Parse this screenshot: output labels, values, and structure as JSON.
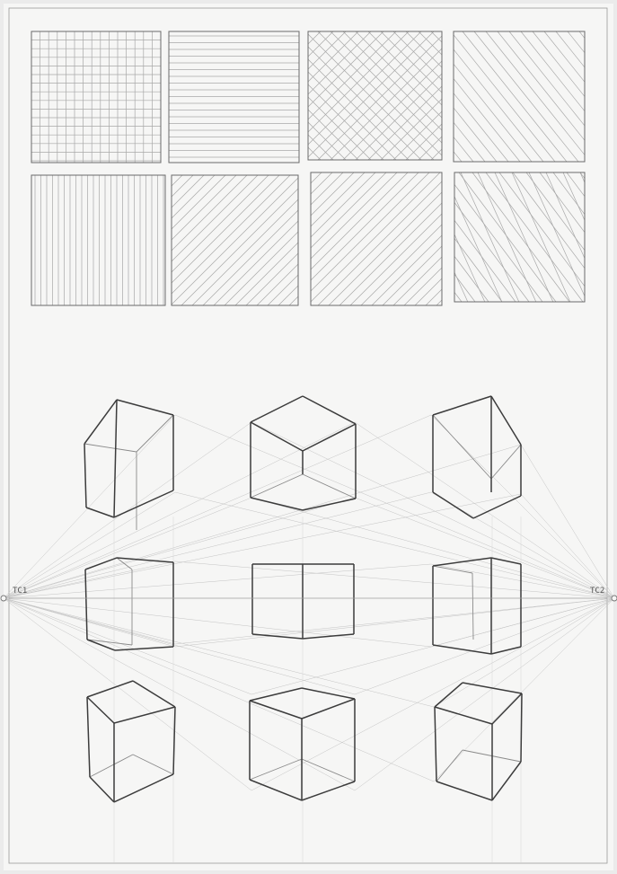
{
  "paper": {
    "color": "#f6f6f5",
    "stroke": "#6a6a6a",
    "light_stroke": "#a8a8a8",
    "guide_stroke": "#c4c4c4"
  },
  "hatching_panels": [
    {
      "id": "grid",
      "pattern": "square-grid"
    },
    {
      "id": "horizontal",
      "pattern": "horizontal-lines"
    },
    {
      "id": "crosshatch",
      "pattern": "diagonal-crosshatch"
    },
    {
      "id": "diag-steep",
      "pattern": "steep-diagonal-lines"
    },
    {
      "id": "vertical",
      "pattern": "vertical-lines"
    },
    {
      "id": "diag-45",
      "pattern": "diagonal-lines-45"
    },
    {
      "id": "diag-45-b",
      "pattern": "diagonal-lines-45"
    },
    {
      "id": "diag-mixed",
      "pattern": "mixed-diagonal-lines"
    }
  ],
  "vanishing_points": {
    "left_label": "TC1",
    "right_label": "TC2"
  },
  "cubes": {
    "rows": [
      "above-horizon",
      "on-horizon",
      "below-horizon"
    ],
    "columns": [
      "left",
      "center",
      "right"
    ]
  }
}
